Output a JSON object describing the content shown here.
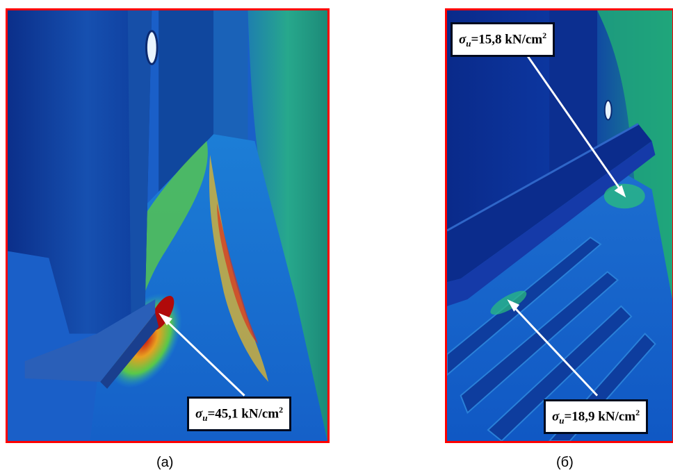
{
  "panels": [
    {
      "caption": "(а)",
      "labels": [
        {
          "symbol": "σ",
          "sub": "u",
          "value": "=45,1 kN/cm",
          "sup": "2"
        }
      ]
    },
    {
      "caption": "(б)",
      "labels": [
        {
          "symbol": "σ",
          "sub": "u",
          "value": "=15,8 kN/cm",
          "sup": "2"
        },
        {
          "symbol": "σ",
          "sub": "u",
          "value": "=18,9 kN/cm",
          "sup": "2"
        }
      ]
    }
  ],
  "colors": {
    "frame": "#ff0000",
    "label_border": "#000a1e",
    "stress_low": "#0a2a9c",
    "stress_mid": "#1fb86a",
    "stress_high": "#d81e12"
  }
}
